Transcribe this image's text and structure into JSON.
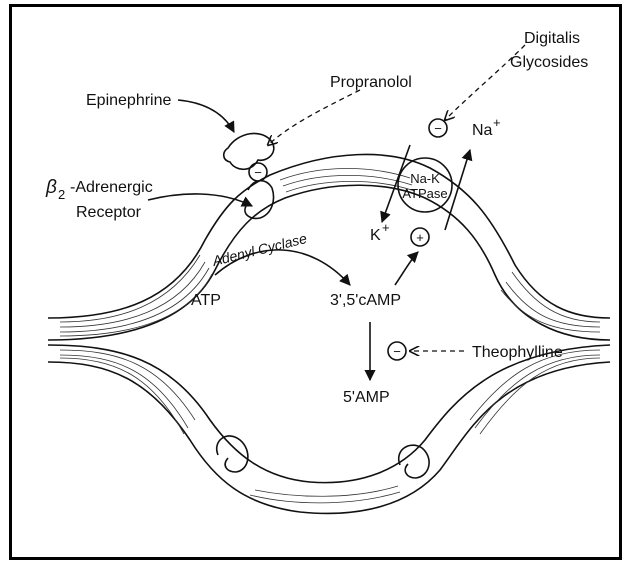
{
  "labels": {
    "epinephrine": "Epinephrine",
    "propranolol": "Propranolol",
    "digitalis_line1": "Digitalis",
    "digitalis_line2": "Glycosides",
    "beta_symbol": "β",
    "beta_sub": "2",
    "adrenergic": "-Adrenergic",
    "receptor": "Receptor",
    "adenyl_cyclase": "Adenyl Cyclase",
    "atp": "ATP",
    "camp": "3',5'cAMP",
    "five_amp": "5'AMP",
    "theophylline": "Theophylline",
    "na_k_line1": "Na-K",
    "na_k_line2": "ATPase",
    "k_ion": "K",
    "na_ion": "Na",
    "ion_charge": "+"
  },
  "signs": {
    "propranolol_effect": "−",
    "digitalis_effect": "−",
    "camp_effect": "+",
    "theophylline_effect": "−"
  }
}
